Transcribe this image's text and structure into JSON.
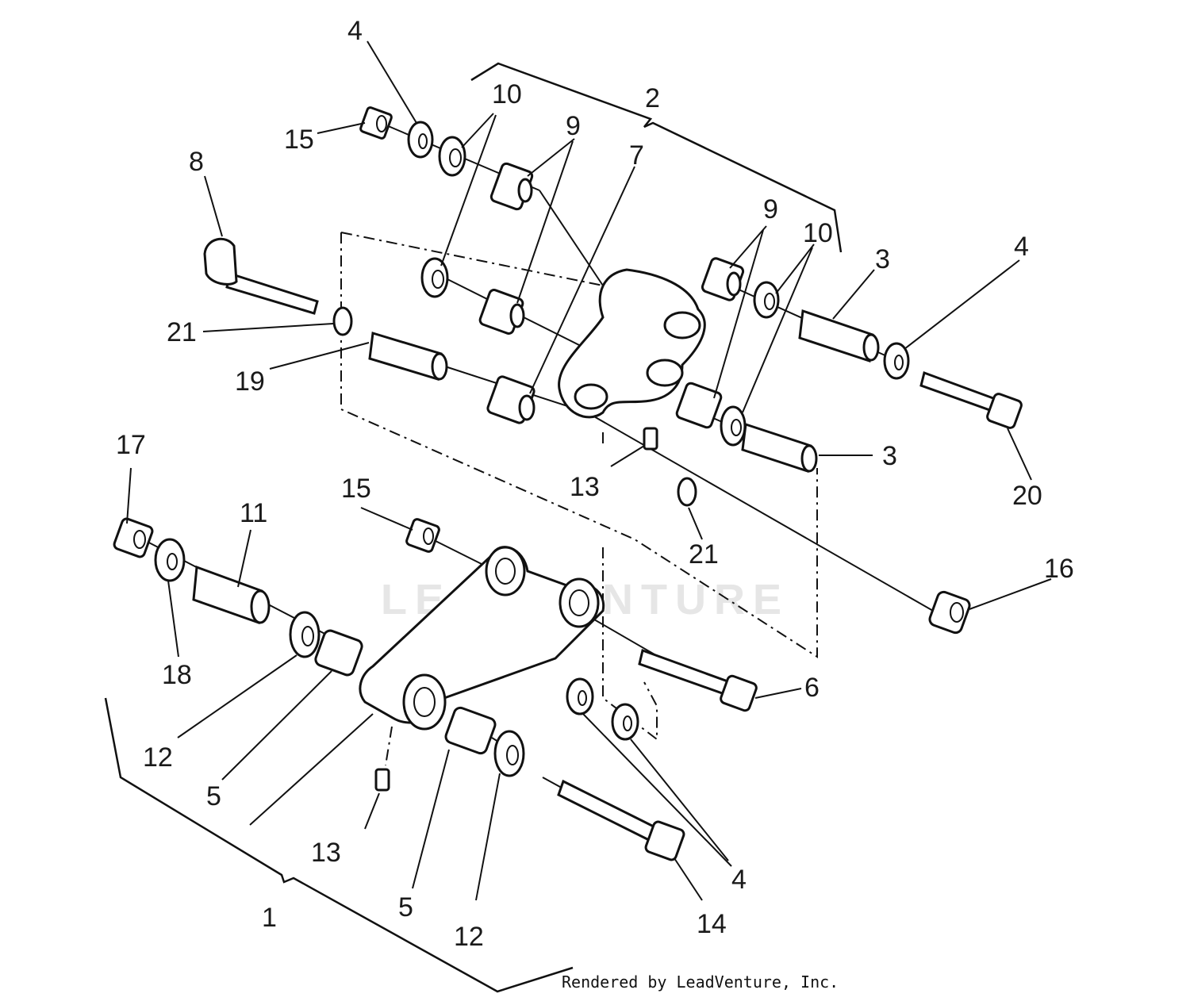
{
  "callouts": [
    "1",
    "2",
    "3",
    "3",
    "4",
    "4",
    "4",
    "5",
    "5",
    "6",
    "7",
    "8",
    "9",
    "9",
    "10",
    "10",
    "11",
    "12",
    "12",
    "13",
    "13",
    "14",
    "15",
    "15",
    "16",
    "17",
    "18",
    "19",
    "20",
    "21",
    "21"
  ],
  "watermark": "LEADVENTURE",
  "credit": "Rendered by LeadVenture, Inc."
}
